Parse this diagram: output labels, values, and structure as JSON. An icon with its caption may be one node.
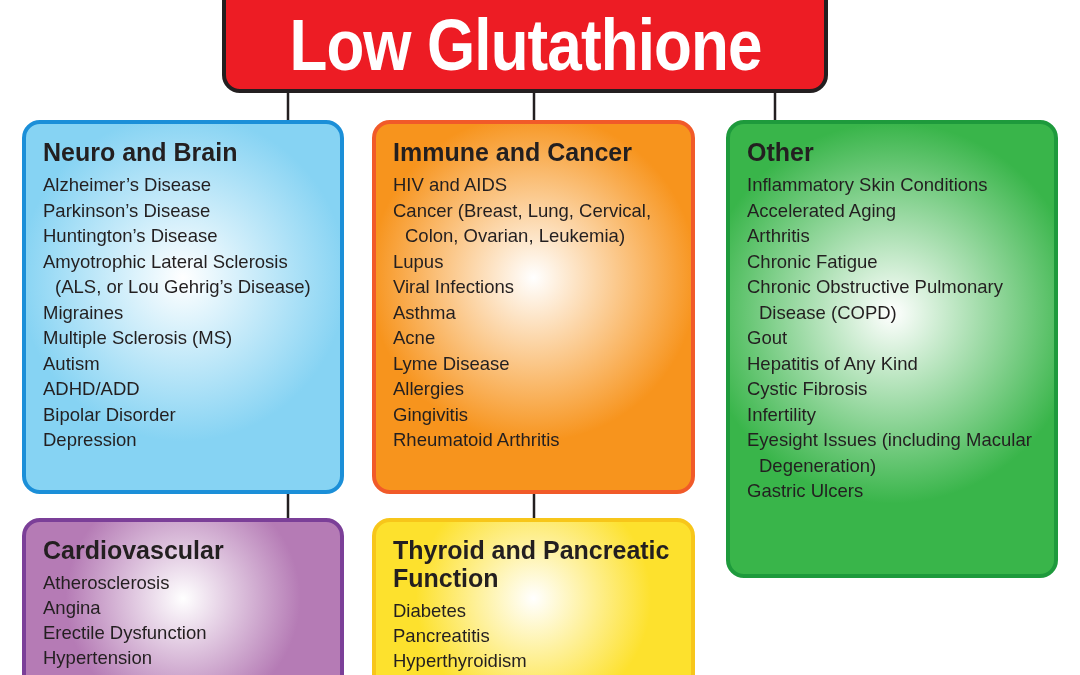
{
  "diagram": {
    "nodes": [
      {
        "text": [
          "Low Glutathione"
        ]
      },
      {
        "text": [
          "Neuro and Brain",
          "Alzheimer’s Disease",
          "Parkinson’s Disease",
          "Huntington’s Disease",
          "Amyotrophic Lateral Sclerosis (ALS, or Lou Gehrig’s Disease)",
          "Migraines",
          "Multiple Sclerosis (MS)",
          "Autism",
          "ADHD/ADD",
          "Bipolar Disorder",
          "Depression"
        ]
      },
      {
        "text": [
          "Immune and Cancer",
          "HIV and AIDS",
          "Cancer (Breast, Lung, Cervical, Colon, Ovarian, Leukemia)",
          "Lupus",
          "Viral Infections",
          "Asthma",
          "Acne",
          "Lyme Disease",
          "Allergies",
          "Gingivitis",
          "Rheumatoid Arthritis"
        ]
      },
      {
        "text": [
          "Other",
          "Inflammatory Skin Conditions",
          "Accelerated Aging",
          "Arthritis",
          "Chronic Fatigue",
          "Chronic Obstructive Pulmonary Disease (COPD)",
          "Gout",
          "Hepatitis of Any Kind",
          "Cystic Fibrosis",
          "Infertility",
          "Eyesight Issues (including Macular Degeneration)",
          "Gastric Ulcers"
        ]
      },
      {
        "text": [
          "Cardiovascular",
          "Atherosclerosis",
          "Angina",
          "Erectile Dysfunction",
          "Hypertension"
        ]
      },
      {
        "text": [
          "Thyroid and Pancreatic Function",
          "Diabetes",
          "Pancreatitis",
          "Hyperthyroidism"
        ]
      }
    ],
    "edges": [
      {
        "from": 0,
        "to": 1,
        "arrow": "none"
      },
      {
        "from": 0,
        "to": 2,
        "arrow": "none"
      },
      {
        "from": 0,
        "to": 3,
        "arrow": "none"
      },
      {
        "from": 1,
        "to": 4,
        "arrow": "none"
      },
      {
        "from": 2,
        "to": 5,
        "arrow": "none"
      }
    ]
  }
}
